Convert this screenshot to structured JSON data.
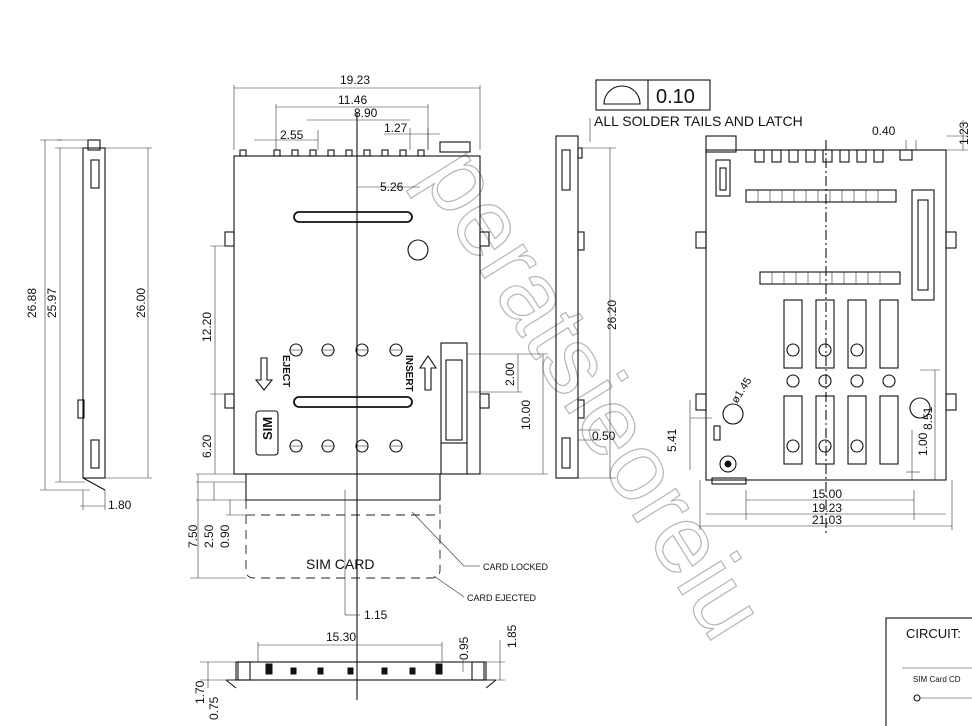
{
  "dimensions": {
    "side_left": [
      "26.88",
      "25.97",
      "26.00",
      "1.80"
    ],
    "top": [
      "19.23",
      "11.46",
      "8.90",
      "2.55",
      "1.27",
      "5.26"
    ],
    "front_left": [
      "12.20",
      "6.20",
      "7.50",
      "2.50",
      "0.90"
    ],
    "front_right": [
      "2.00",
      "10.00"
    ],
    "card": [
      "1.15",
      "15.30",
      "0.95",
      "1.85",
      "1.70",
      "0.75"
    ],
    "side_right": [
      "26.20",
      "0.50"
    ],
    "pcb": [
      "0.40",
      "1.23",
      "ø1.45",
      "8.51",
      "1.00",
      "5.41",
      "15.00",
      "19.23",
      "21.03"
    ]
  },
  "tolerance": {
    "value": "0.10",
    "note": "ALL SOLDER TAILS AND LATCH"
  },
  "labels": {
    "eject": "EJECT",
    "insert": "INSERT",
    "sim": "SIM",
    "sim_card": "SIM CARD",
    "card_locked": "CARD LOCKED",
    "card_ejected": "CARD EJECTED"
  },
  "circuit": {
    "title": "CIRCUIT:",
    "item": "SIM Card CD"
  },
  "watermark": "peratsieoreiu"
}
